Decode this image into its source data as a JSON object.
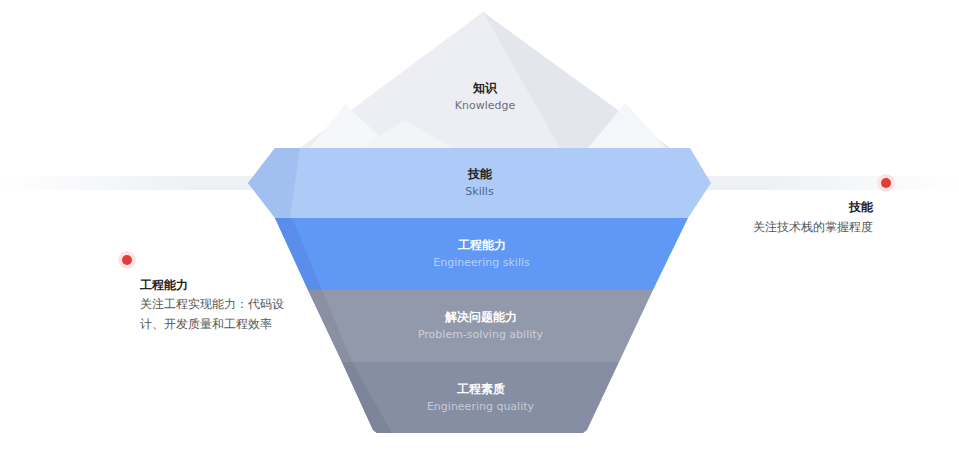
{
  "diagram": {
    "nodes": [
      {
        "text": [
          "知识",
          "Knowledge"
        ]
      },
      {
        "text": [
          "技能",
          "Skills"
        ]
      },
      {
        "text": [
          "工程能力",
          "Engineering skills"
        ]
      },
      {
        "text": [
          "解决问题能力",
          "Problem-solving ability"
        ]
      },
      {
        "text": [
          "工程素质",
          "Engineering quality"
        ]
      }
    ],
    "labels": [
      "技能",
      "关注技术栈的掌握程度",
      "工程能力",
      "关注工程实现能力：代码设计、开发质量和工程效率"
    ]
  }
}
